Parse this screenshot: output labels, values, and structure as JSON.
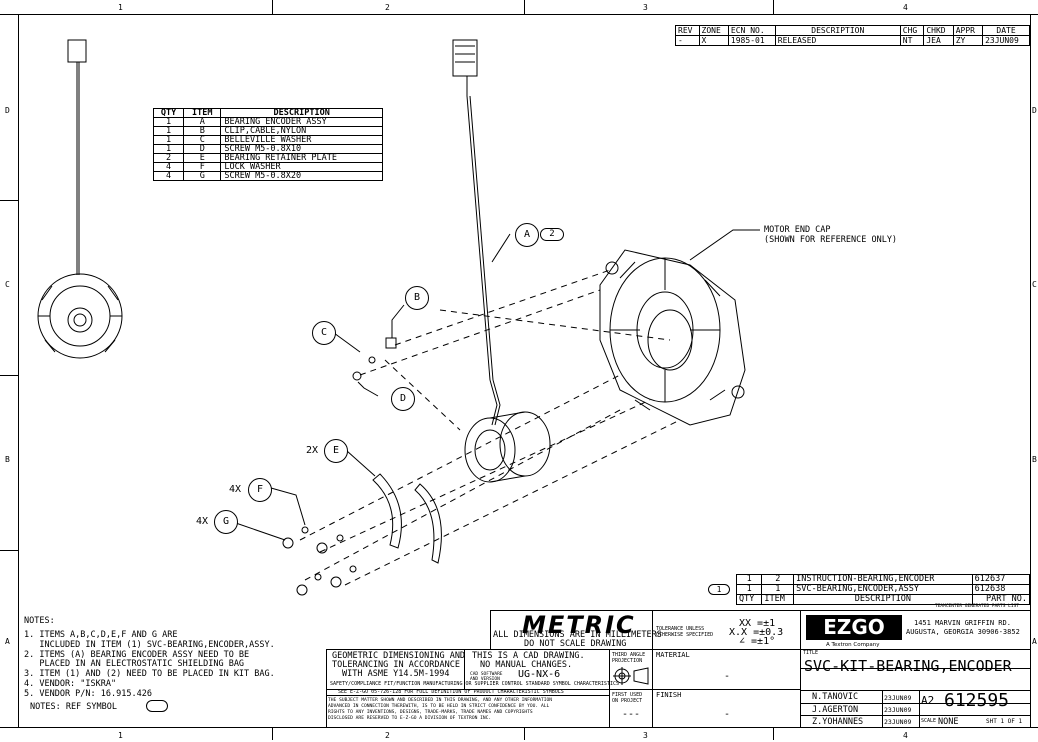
{
  "grid": {
    "cols_top": [
      "1",
      "2",
      "3",
      "4"
    ],
    "cols_bottom": [
      "1",
      "2",
      "3",
      "4"
    ],
    "rows_left": [
      "D",
      "C",
      "B",
      "A"
    ],
    "rows_right": [
      "D",
      "C",
      "B",
      "A"
    ]
  },
  "revision_table": {
    "headers": [
      "REV",
      "ZONE",
      "ECN NO.",
      "DESCRIPTION",
      "CHG",
      "CHKD",
      "APPR",
      "DATE"
    ],
    "row": [
      "-",
      "X",
      "1985-01",
      "RELEASED",
      "NT",
      "JEA",
      "ZY",
      "23JUN09"
    ]
  },
  "bom_table": {
    "headers": [
      "QTY",
      "ITEM",
      "DESCRIPTION"
    ],
    "rows": [
      [
        "1",
        "A",
        "BEARING ENCODER ASSY"
      ],
      [
        "1",
        "B",
        "CLIP,CABLE,NYLON"
      ],
      [
        "1",
        "C",
        "BELLEVILLE WASHER"
      ],
      [
        "1",
        "D",
        "SCREW M5-0.8X10"
      ],
      [
        "2",
        "E",
        "BEARING RETAINER PLATE"
      ],
      [
        "4",
        "F",
        "LOCK WASHER"
      ],
      [
        "4",
        "G",
        "SCREW M5-0.8X20"
      ]
    ]
  },
  "callouts": {
    "motor_end_cap": "MOTOR END CAP",
    "motor_end_cap_note": "(SHOWN FOR REFERENCE ONLY)",
    "bubble_a": "A",
    "bubble_a_item": "2",
    "bubble_b": "B",
    "bubble_c": "C",
    "bubble_d": "D",
    "bubble_e": "E",
    "bubble_f": "F",
    "bubble_g": "G",
    "qty_e": "2X",
    "qty_f": "4X",
    "qty_g": "4X"
  },
  "parts_list": {
    "rows": [
      [
        "1",
        "2",
        "INSTRUCTION-BEARING,ENCODER",
        "612637"
      ],
      [
        "1",
        "1",
        "SVC-BEARING,ENCODER,ASSY",
        "612638"
      ]
    ],
    "headers": [
      "QTY",
      "ITEM",
      "DESCRIPTION",
      "PART NO."
    ],
    "ref_item": "1",
    "footer_note": "TEAMCENTER GENERATED PARTS LIST"
  },
  "notes": {
    "title": "NOTES:",
    "lines": [
      "1. ITEMS A,B,C,D,E,F AND G ARE",
      "   INCLUDED IN ITEM (1) SVC-BEARING,ENCODER,ASSY.",
      "2. ITEMS (A) BEARING ENCODER ASSY NEED TO BE",
      "   PLACED IN AN ELECTROSTATIC SHIELDING BAG",
      "3. ITEM (1) AND (2) NEED TO BE PLACED IN KIT BAG.",
      "4. VENDOR: \"ISKRA\"",
      "5. VENDOR P/N: 16.915.426"
    ],
    "ref_symbol": "NOTES: REF SYMBOL"
  },
  "title_block": {
    "metric": "METRIC",
    "metric_line1": "ALL DIMENSIONS ARE IN MILLIMETERS",
    "metric_line2": "DO NOT SCALE DRAWING",
    "tolerance_label1": "TOLERANCE UNLESS",
    "tolerance_label2": "OTHERWISE SPECIFIED",
    "tol1": "XX =±1",
    "tol2": "X.X =±0.3",
    "tol3": "∠ =±1°",
    "logo": "EZGO",
    "logo_sub": "A Textron Company",
    "address1": "1451 MARVIN GRIFFIN RD.",
    "address2": "AUGUSTA, GEORGIA 30906-3852",
    "gdt1": "GEOMETRIC DIMENSIONING AND",
    "gdt2": "TOLERANCING IN ACCORDANCE",
    "gdt3": "WITH ASME Y14.5M-1994",
    "cad1": "THIS IS A CAD DRAWING.",
    "cad2": "NO MANUAL CHANGES.",
    "cad_sw_label": "CAD SOFTWARE AND VERSION",
    "cad_sw": "UG-NX-6",
    "third_angle": "THIRD ANGLE PROJECTION",
    "material_label": "MATERIAL",
    "material": "-",
    "finish_label": "FINISH",
    "finish": "-",
    "first_used_label": "FIRST USED ON PROJECT",
    "first_used": "---",
    "symbols_line": "SAFETY/COMPLIANCE  FIT/FUNCTION  MANUFACTURING OR SUPPLIER CONTROL  STANDARD SYMBOL CHARACTERISTICS",
    "see_line": "SEE E-Z-GO 05-726-128 FOR FULL DEFINITION OF PRODUCT CHARACTERISTIC SYMBOLS",
    "conf1": "THE SUBJECT MATTER SHOWN AND DESCRIBED IN THIS DRAWING, AND ANY OTHER INFORMATION",
    "conf2": "ADVANCED IN CONNECTION THEREWITH, IS TO BE HELD IN STRICT CONFIDENCE BY YOU. ALL",
    "conf3": "RIGHTS TO ANY INVENTIONS, DESIGNS, TRADE-MARKS, TRADE NAMES AND COPYRIGHTS",
    "conf4": "DISCLOSED ARE RESERVED TO E-Z-GO A DIVISION OF TEXTRON INC.",
    "title_label": "TITLE",
    "title": "SVC-KIT-BEARING,ENCODER",
    "drawn_by": "N.TANOVIC",
    "checked_by": "J.AGERTON",
    "approved_by": "Z.YOHANNES",
    "date1": "23JUN09",
    "date2": "23JUN09",
    "date3": "23JUN09",
    "size": "A2",
    "dwg_no": "612595",
    "scale_label": "SCALE",
    "scale": "NONE",
    "sheet": "SHT 1 OF 1"
  }
}
